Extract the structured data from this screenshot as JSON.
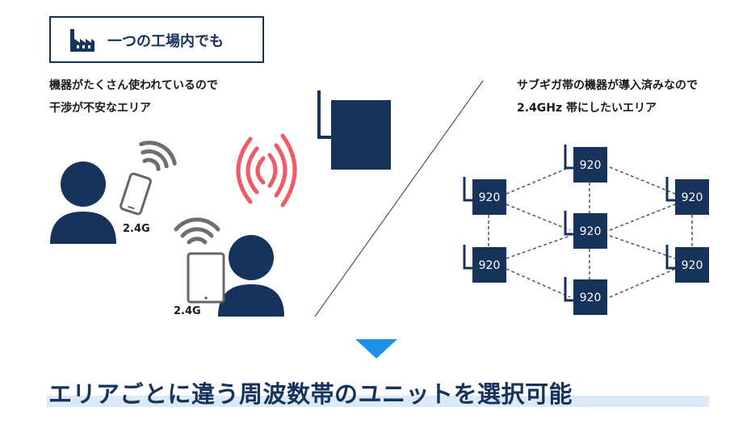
{
  "header": {
    "title": "一つの工場内でも",
    "icon": "factory-icon"
  },
  "left_area": {
    "caption_line1": "機器がたくさん使われているので",
    "caption_line2": "干渉が不安なエリア",
    "phone_label": "2.4G",
    "tablet_label": "2.4G"
  },
  "right_area": {
    "caption_line1": "サブギガ帯の機器が導入済みなので",
    "caption_line2": "2.4GHz 帯にしたいエリア",
    "node_label": "920"
  },
  "footer": {
    "title": "エリアごとに違う周波数帯のユニットを選択可能"
  },
  "colors": {
    "navy": "#17325b",
    "interference_red": "#f05a66",
    "arrow_blue": "#1e90e6",
    "wifi_gray": "#6e6e6e"
  }
}
